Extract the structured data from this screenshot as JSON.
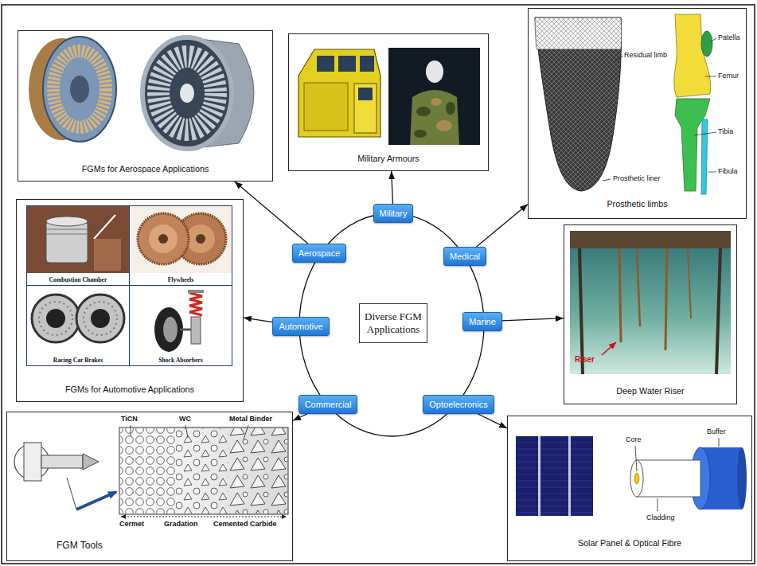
{
  "diagram": {
    "nodes": [
      {
        "text": [
          "FGMs for Aerospace Applications"
        ]
      },
      {
        "text": [
          "Military Armours"
        ]
      },
      {
        "text": [
          "Prosthetic limbs"
        ]
      },
      {
        "text": [
          "Military"
        ]
      },
      {
        "text": [
          "Aerospace"
        ]
      },
      {
        "text": [
          "Medical"
        ]
      },
      {
        "text": [
          "FGMs for Automotive Applications"
        ]
      },
      {
        "text": [
          "Combustion Chamber"
        ],
        "in": 6
      },
      {
        "text": [
          "Flywheels"
        ],
        "in": 6
      },
      {
        "text": [
          "Racing Car Brakes"
        ],
        "in": 6
      },
      {
        "text": [
          "Shock Absorbers"
        ],
        "in": 6
      },
      {
        "text": [
          "Diverse FGM Applications"
        ]
      },
      {
        "text": [
          "Automotive"
        ]
      },
      {
        "text": [
          "Marine"
        ]
      },
      {
        "text": [
          "Deep Water Riser"
        ]
      },
      {
        "text": [
          "Commercial"
        ]
      },
      {
        "text": [
          "Optoelecronics"
        ]
      },
      {
        "text": [
          "FGM Tools"
        ]
      },
      {
        "text": [
          "Solar Panel & Optical Fibre"
        ]
      }
    ],
    "edges": [
      {
        "from": 4,
        "to": 0,
        "arrow": "to"
      },
      {
        "from": 3,
        "to": 1,
        "arrow": "to"
      },
      {
        "from": 5,
        "to": 2,
        "arrow": "to"
      },
      {
        "from": 12,
        "to": 6,
        "arrow": "to"
      },
      {
        "from": 13,
        "to": 14,
        "arrow": "to"
      },
      {
        "from": 15,
        "to": 17,
        "arrow": "to"
      },
      {
        "from": 16,
        "to": 18,
        "arrow": "to"
      }
    ],
    "labels": [
      "Residual limb",
      "Prosthetic liner",
      "Patella",
      "Femur",
      "Tibia",
      "Fibula",
      "Riser",
      "TiCN",
      "WC",
      "Metal Binder",
      "Cermet",
      "Gradation",
      "Cemented Carbide",
      "Core",
      "Buffer",
      "Cladding"
    ]
  }
}
